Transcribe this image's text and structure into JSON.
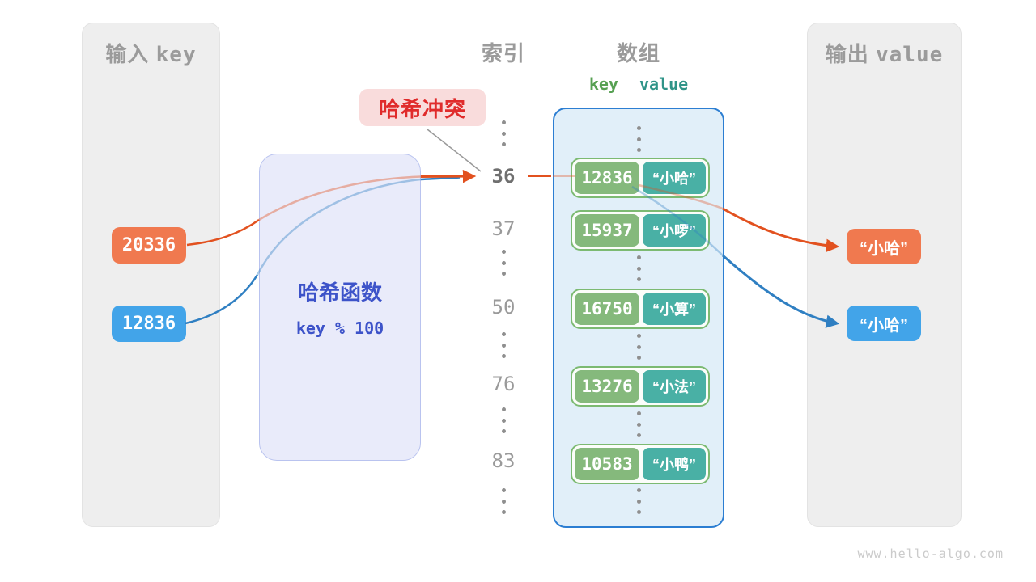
{
  "input_panel": {
    "title_zh": "输入",
    "title_latin": "key",
    "keys": [
      "20336",
      "12836"
    ]
  },
  "hash_box": {
    "title": "哈希函数",
    "formula": "key % 100"
  },
  "collision_badge": {
    "label": "哈希冲突"
  },
  "index_column": {
    "title": "索引",
    "rows": [
      "36",
      "37",
      "50",
      "76",
      "83"
    ],
    "highlighted_row": "36"
  },
  "array_panel": {
    "title": "数组",
    "columns": {
      "key": "key",
      "value": "value"
    },
    "pairs": [
      {
        "key": "12836",
        "value": "“小哈”"
      },
      {
        "key": "15937",
        "value": "“小啰”"
      },
      {
        "key": "16750",
        "value": "“小算”"
      },
      {
        "key": "13276",
        "value": "“小法”"
      },
      {
        "key": "10583",
        "value": "“小鸭”"
      }
    ]
  },
  "output_panel": {
    "title_zh": "输出",
    "title_latin": "value",
    "values": [
      "“小哈”",
      "“小哈”"
    ]
  },
  "watermark": "www.hello-algo.com",
  "colors": {
    "orange": "#f0794f",
    "blue": "#42a4e9",
    "arrow_orange": "#e2511f",
    "arrow_blue": "#2f7fc2",
    "green_key": "#85b97c",
    "teal_value": "#49b0a5",
    "array_border": "#2c7ed2",
    "array_fill": "#e1eff9",
    "hash_fill": "#e9ebfa",
    "hash_text": "#3d53c9",
    "collision_text": "#e02b2b",
    "collision_fill": "#f9dcdc",
    "panel_fill": "#eeeeee",
    "muted_text": "#9b9b9b"
  }
}
